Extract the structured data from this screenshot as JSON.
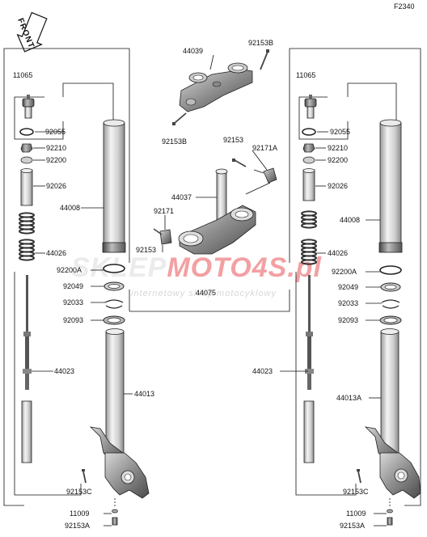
{
  "diagram_code": "F2340",
  "front_label": "FRONT",
  "watermark": {
    "main_a": "SKLEP",
    "main_b": "MOTO",
    "main_c": "4",
    "main_d": "S",
    "main_e": ".pl",
    "sub": "internetowy sklep motocyklowy",
    "color": "#e8434a"
  },
  "labels": {
    "l11065": "11065",
    "l92055": "92055",
    "l92210": "92210",
    "l92200": "92200",
    "l92026": "92026",
    "l44008": "44008",
    "l44026": "44026",
    "l92200A": "92200A",
    "l92049": "92049",
    "l92033": "92033",
    "l92093": "92093",
    "l44023": "44023",
    "l44013": "44013",
    "l44013A": "44013A",
    "l92153C": "92153C",
    "l11009": "11009",
    "l92153A": "92153A",
    "l44039": "44039",
    "l92153B": "92153B",
    "l92153": "92153",
    "l92171A": "92171A",
    "l92171": "92171",
    "l44037": "44037",
    "l44075": "44075"
  }
}
